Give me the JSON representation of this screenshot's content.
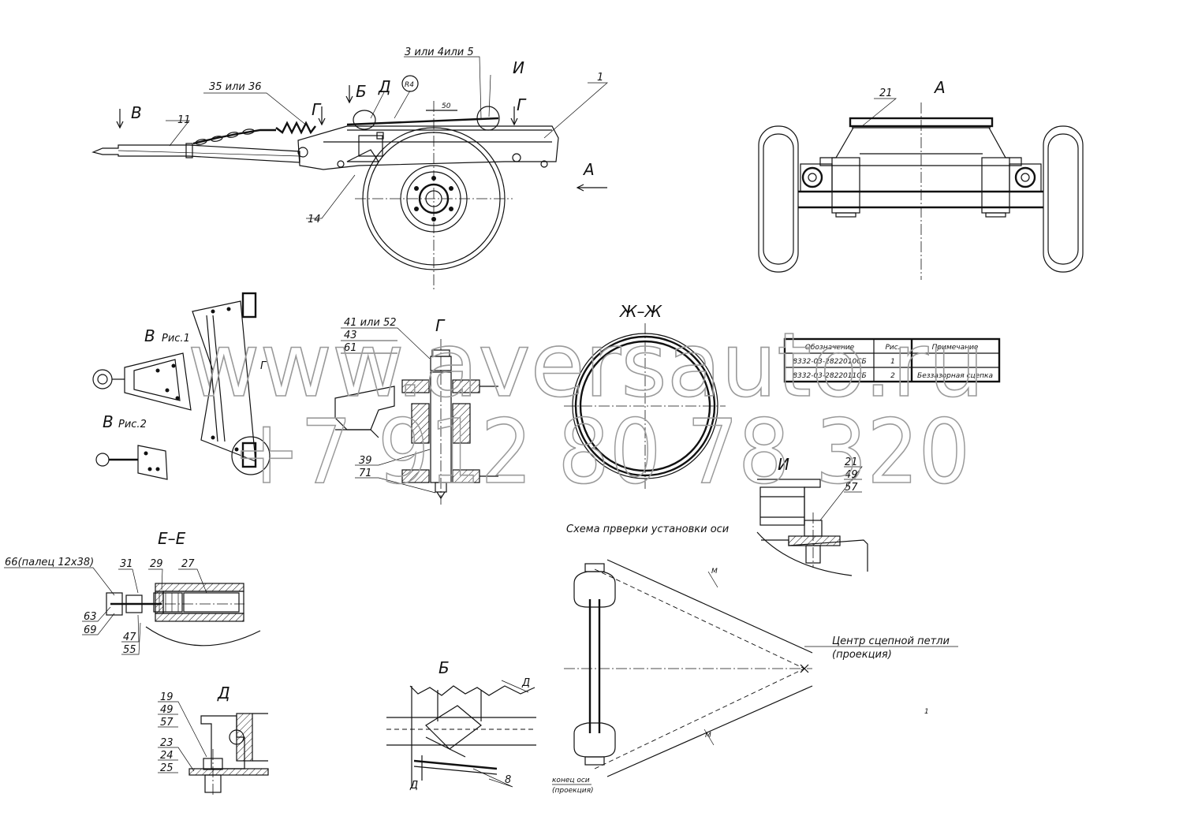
{
  "labels": {
    "view_a": "А",
    "view_b": "Б",
    "view_v": "В",
    "view_g": "Г",
    "view_d": "Д",
    "view_i": "И",
    "l_1": "1",
    "l_11": "11",
    "l_14": "14",
    "l_21": "21",
    "l_35_36": "35 или 36",
    "l_3_4_5": "3 или 4или 5",
    "l_50": "50",
    "l_r4": "R4",
    "l_8": "8",
    "l_1_small": "1",
    "m1": "М",
    "m2": "М"
  },
  "views": {
    "v_ris1": "В",
    "v_ris1_sub": "Рис.1",
    "v_ris2": "В",
    "v_ris2_sub": "Рис.2",
    "section_g": "Г",
    "section_zh": "Ж–Ж",
    "section_ee": "Е–Е",
    "detail_d": "Д",
    "detail_b": "Б",
    "detail_i": "И"
  },
  "callouts": {
    "g": [
      "41 или 52",
      "43",
      "61",
      "39",
      "71"
    ],
    "i": [
      "21",
      "49",
      "57"
    ],
    "ee": [
      "66(палец 12х38)",
      "31",
      "29",
      "27",
      "63",
      "69",
      "47",
      "55"
    ],
    "d": [
      "19",
      "49",
      "57",
      "23",
      "24",
      "25"
    ]
  },
  "table": {
    "headers": [
      "Обозначение",
      "Рис.",
      "Примечание"
    ],
    "rows": [
      [
        "8332-03-2822010СБ",
        "1",
        ""
      ],
      [
        "8332-03-2822011СБ",
        "2",
        "Беззазорная сцепка"
      ]
    ]
  },
  "scheme": {
    "title": "Схема прверки установки оси",
    "center_label": "Центр сцепной петли",
    "center_sub": "(проекция)",
    "axle_end": "конец оси",
    "axle_end_sub": "(проекция)"
  },
  "watermark": {
    "site": "www.aversauto.ru",
    "phone": "+7 912 80 78 320"
  }
}
